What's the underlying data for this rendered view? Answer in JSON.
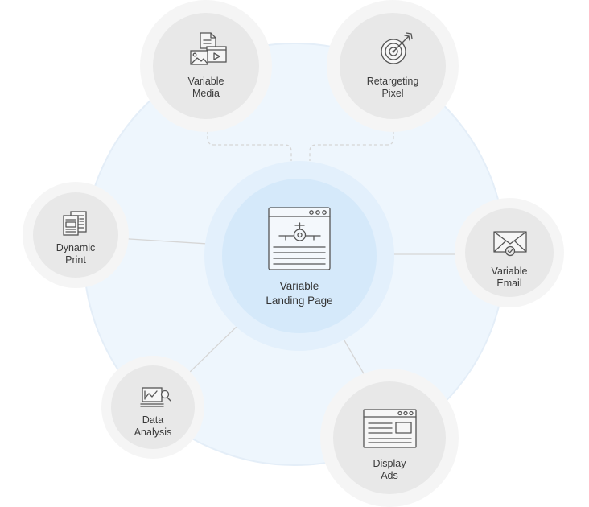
{
  "diagram": {
    "center": {
      "label_line1": "Variable",
      "label_line2": "Landing Page",
      "icon": "landing-page-airplane-icon"
    },
    "nodes": {
      "variable_media": {
        "label_line1": "Variable",
        "label_line2": "Media",
        "icon": "media-files-icon"
      },
      "retargeting_pixel": {
        "label_line1": "Retargeting",
        "label_line2": "Pixel",
        "icon": "target-icon"
      },
      "dynamic_print": {
        "label_line1": "Dynamic",
        "label_line2": "Print",
        "icon": "print-documents-icon"
      },
      "variable_email": {
        "label_line1": "Variable",
        "label_line2": "Email",
        "icon": "email-envelope-icon"
      },
      "data_analysis": {
        "label_line1": "Data",
        "label_line2": "Analysis",
        "icon": "data-chart-icon"
      },
      "display_ads": {
        "label_line1": "Display",
        "label_line2": "Ads",
        "icon": "display-ads-window-icon"
      }
    },
    "colors": {
      "big_circle": "#eef6fd",
      "center_outer": "#ddeefb",
      "center_inner": "#d3e8fa",
      "node_halo": "#f5f5f5",
      "node_fill": "#e8e8e8",
      "connector": "#d9d9d9"
    }
  }
}
